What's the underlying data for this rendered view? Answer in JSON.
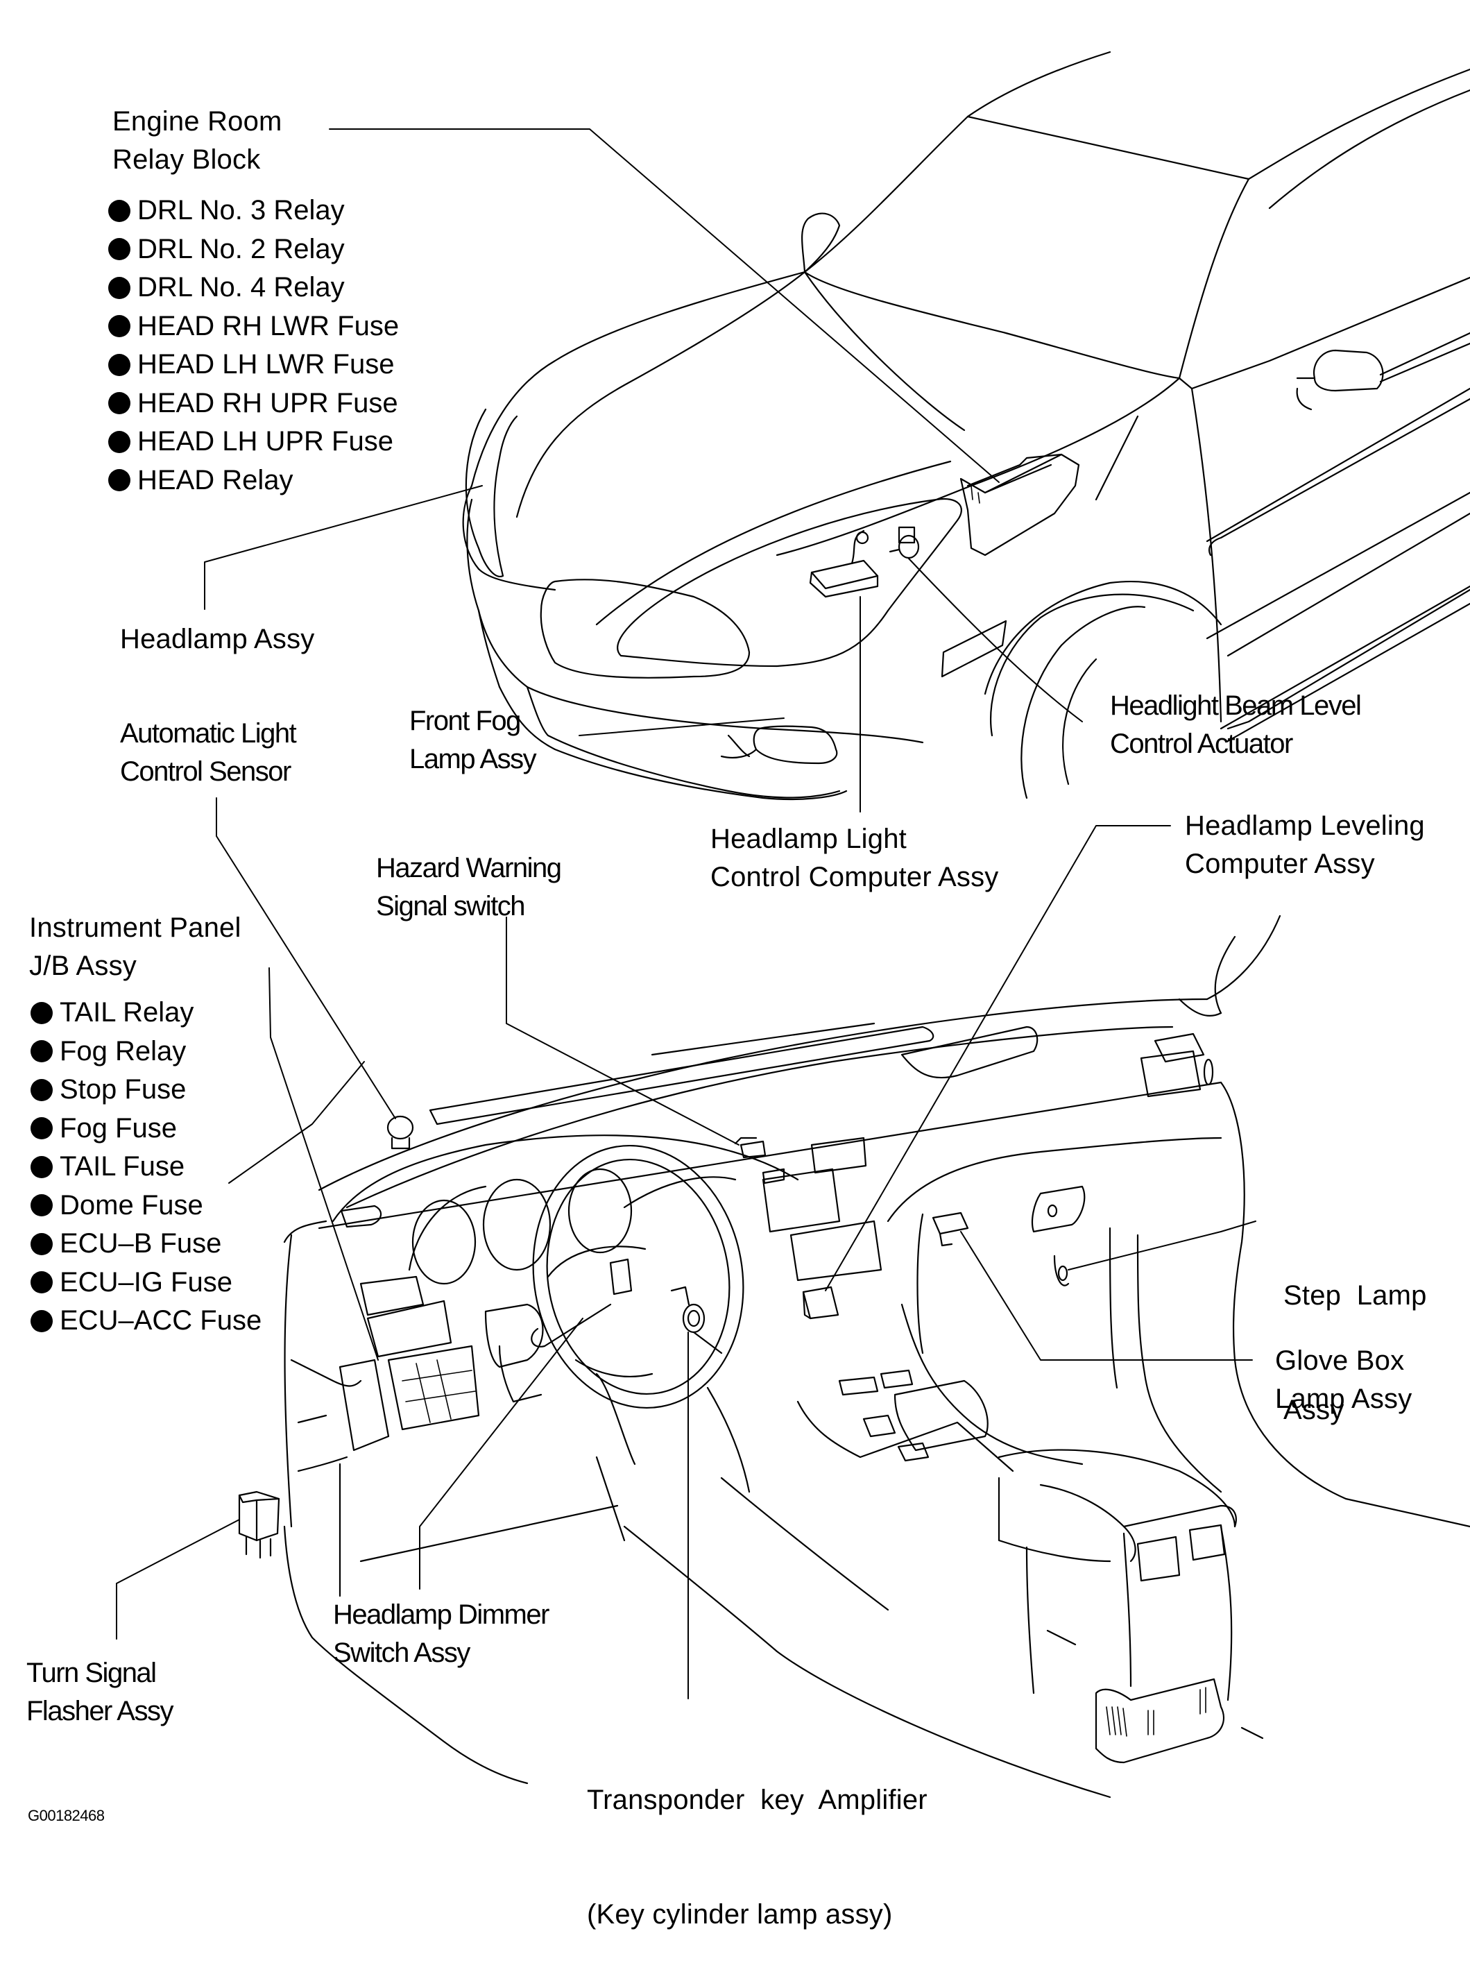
{
  "figure_id": "G00182468",
  "labels": {
    "engine_room_relay_block": {
      "lines": [
        "Engine Room",
        "Relay Block"
      ],
      "items": [
        "DRL No. 3 Relay",
        "DRL No. 2 Relay",
        "DRL No. 4 Relay",
        "HEAD RH LWR Fuse",
        "HEAD LH LWR Fuse",
        "HEAD RH UPR Fuse",
        "HEAD LH UPR Fuse",
        "HEAD Relay"
      ]
    },
    "headlamp_assy": {
      "lines": [
        "Headlamp Assy"
      ]
    },
    "automatic_light_control_sensor": {
      "lines": [
        "Automatic Light",
        "Control Sensor"
      ]
    },
    "front_fog_lamp_assy": {
      "lines": [
        "Front Fog",
        "Lamp Assy"
      ]
    },
    "headlight_beam_level_control_actuator": {
      "lines": [
        "Headlight Beam Level",
        "Control Actuator"
      ]
    },
    "headlamp_light_control_computer_assy": {
      "lines": [
        "Headlamp Light",
        "Control Computer Assy"
      ]
    },
    "headlamp_leveling_computer_assy": {
      "lines": [
        "Headlamp Leveling",
        "Computer Assy"
      ]
    },
    "hazard_warning_signal_switch": {
      "lines": [
        "Hazard Warning",
        "Signal switch"
      ]
    },
    "instrument_panel_jb_assy": {
      "lines": [
        "Instrument Panel",
        "J/B Assy"
      ],
      "items": [
        "TAIL Relay",
        "Fog Relay",
        "Stop Fuse",
        "Fog Fuse",
        "TAIL Fuse",
        "Dome Fuse",
        "ECU–B Fuse",
        "ECU–IG Fuse",
        "ECU–ACC Fuse"
      ]
    },
    "step_lamp_assy": {
      "lines": [
        "Step  Lamp",
        "Assy"
      ]
    },
    "glove_box_lamp_assy": {
      "lines": [
        "Glove Box",
        "Lamp Assy"
      ]
    },
    "turn_signal_flasher_assy": {
      "lines": [
        "Turn Signal",
        "Flasher Assy"
      ]
    },
    "headlamp_dimmer_switch_assy": {
      "lines": [
        "Headlamp Dimmer",
        "Switch Assy"
      ]
    },
    "transponder_key_amplifier": {
      "lines": [
        "Transponder  key  Amplifier",
        "(Key cylinder lamp assy)"
      ]
    }
  }
}
